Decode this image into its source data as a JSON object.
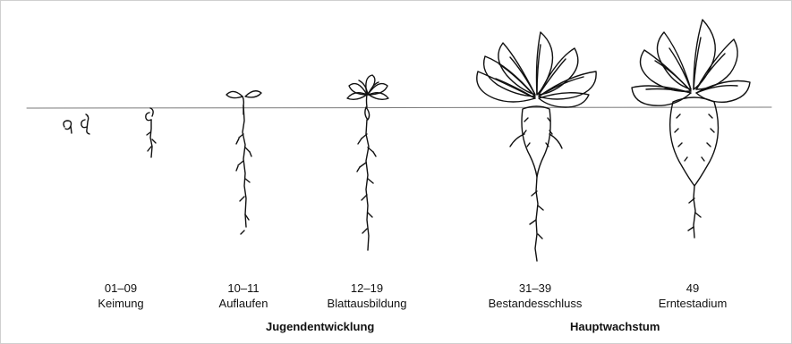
{
  "stages": [
    {
      "code": "01–09",
      "name": "Keimung"
    },
    {
      "code": "10–11",
      "name": "Auflaufen"
    },
    {
      "code": "12–19",
      "name": "Blattausbildung"
    },
    {
      "code": "31–39",
      "name": "Bestandesschluss"
    },
    {
      "code": "49",
      "name": "Erntestadium"
    }
  ],
  "phases": {
    "juvenile": "Jugendentwicklung",
    "main": "Hauptwachstum"
  },
  "colors": {
    "ink": "#111111",
    "ground": "#7a7a7a",
    "frame": "#cfcfcf"
  }
}
